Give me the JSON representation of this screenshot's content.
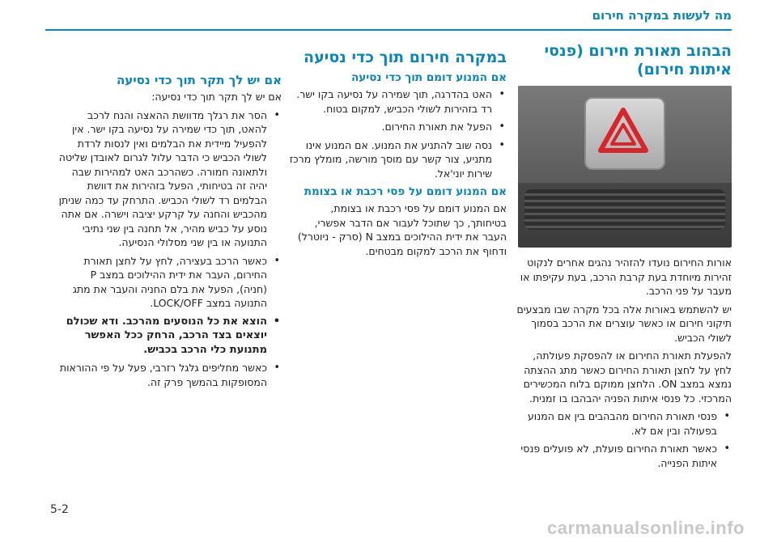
{
  "header": {
    "title": "מה לעשות במקרה חירום"
  },
  "right_column": {
    "heading": "הבהוב תאורת חירום (פנסי איתות חירום)",
    "paragraphs": [
      "אורות החירום נועדו להזהיר נהגים אחרים לנקוט זהירות מיוחדת בעת קרבת הרכב, בעת עקיפתו או מעבר על פני הרכב.",
      "יש להשתמש באורות אלה בכל מקרה שבו מבצעים תיקוני חירום או כאשר עוצרים את הרכב בסמוך לשולי הכביש.",
      "להפעלת תאורת החירום או להפסקת פעולתה, לחץ על לחצן תאורת החירום כאשר מתג ההצתה נמצא במצב ON. הלחצן ממוקם בלוח המכשירים המרכזי. כל פנסי איתות הפניה יהבהבו בו זמנית."
    ],
    "bullets": [
      "פנסי תאורת החירום מהבהבים בין אם המנוע בפעולה ובין אם לא.",
      "כאשר תאורת החירום פועלת, לא פועלים פנסי איתות הפנייה."
    ]
  },
  "middle_column": {
    "heading": "במקרה חירום תוך כדי נסיעה",
    "sub1": "אם המנוע דומם תוך כדי נסיעה",
    "bullets1": [
      "האט בהדרגה, תוך שמירה על נסיעה בקו ישר. רד בזהירות לשולי הכביש, למקום בטוח.",
      "הפעל את תאורת החירום.",
      "נסה שוב להתניע את המנוע. אם המנוע אינו מתניע, צור קשר עם מוסך מורשה, מומלץ מרכז שירות יוני'אל."
    ],
    "sub2": "אם המנוע דומם על פסי רכבת או בצומת",
    "paragraph2": "אם המנוע דומם על פסי רכבת או בצומת, בטיחותך, כך שתוכל לעבור אם הדבר אפשרי, העבר את ידית ההילוכים במצב N (סרק - ניוטרל) ודחוף את הרכב למקום מבטחים."
  },
  "left_column": {
    "heading": "אם יש לך תקר תוך כדי נסיעה",
    "intro": "אם יש לך תקר תוך כדי נסיעה:",
    "bullets": [
      "הסר את רגלך מדוושת ההאצה והנח לרכב להאט, תוך כדי שמירה על נסיעה בקו ישר. אין להפעיל מיידית את הבלמים ואין לנסות לרדת לשולי הכביש כי הדבר עלול לגרום לאובדן שליטה ולתאונה חמורה. כשהרכב האט למהירות שבה יהיה זה בטיחותי, הפעל בזהירות את דוושת הבלמים רד לשולי הכביש. התרחק עד כמה שניתן מהכביש והחנה על קרקע יציבה וישרה. אם אתה נוסע על כביש מהיר, אל תחנה בין שני נתיבי התנועה או בין שני מסלולי הנסיעה.",
      "כאשר הרכב בעצירה, לחץ על לחצן תאורת החירום, העבר את ידית ההילוכים במצב P (חניה), הפעל את בלם החניה והעבר את מתג התנועה במצב LOCK/OFF."
    ],
    "bold_bullet": "הוצא את כל הנוסעים מהרכב. ודא שכולם יוצאים בצד הרכב, הרחק ככל האפשר מתנועת כלי הרכב בכביש.",
    "last_bullet": "כאשר מחליפים גלגל רזרבי, פעל על פי ההוראות המסופקות בהמשך פרק זה."
  },
  "footer": {
    "page_number": "5-2",
    "watermark": "carmanualsonline.info"
  },
  "colors": {
    "accent": "#0a86b8",
    "hazard_red": "#d7262b"
  },
  "icons": {
    "hazard": "hazard-triangle-icon"
  }
}
